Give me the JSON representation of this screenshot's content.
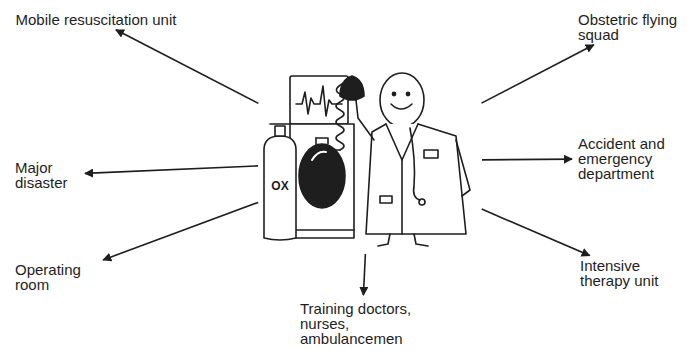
{
  "diagram": {
    "nodes": [
      {
        "text": [
          "OX"
        ]
      },
      {
        "text": [
          "Mobile resuscitation unit"
        ]
      },
      {
        "text": [
          "Major disaster"
        ]
      },
      {
        "text": [
          "Operating room"
        ]
      },
      {
        "text": [
          "Training doctors, nurses, ambulancemen"
        ]
      },
      {
        "text": [
          "Intensive therapy unit"
        ]
      },
      {
        "text": [
          "Accident and emergency department"
        ]
      },
      {
        "text": [
          "Obstetric flying squad"
        ]
      }
    ],
    "edges": [
      {
        "from": 0,
        "to": 1,
        "arrow": "to"
      },
      {
        "from": 0,
        "to": 2,
        "arrow": "to"
      },
      {
        "from": 0,
        "to": 3,
        "arrow": "to"
      },
      {
        "from": 0,
        "to": 4,
        "arrow": "to"
      },
      {
        "from": 0,
        "to": 5,
        "arrow": "to"
      },
      {
        "from": 0,
        "to": 6,
        "arrow": "to"
      },
      {
        "from": 0,
        "to": 7,
        "arrow": "to"
      }
    ]
  }
}
